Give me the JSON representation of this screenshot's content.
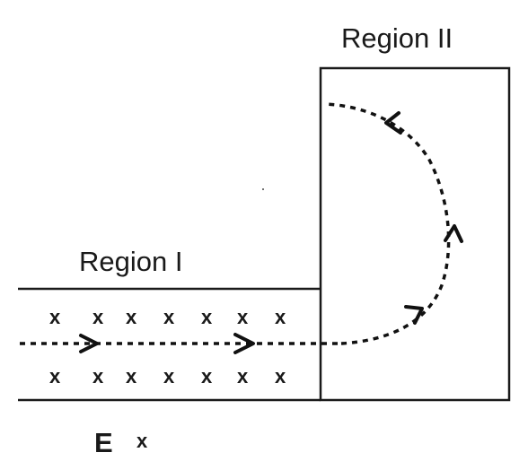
{
  "labels": {
    "region_one": "Region I",
    "region_two": "Region II",
    "field_e": "E",
    "field_x": "x"
  },
  "region_one": {
    "x_rows": [
      [
        "x",
        "x",
        "x",
        "x",
        "x",
        "x",
        "x"
      ],
      [
        "x",
        "x",
        "x",
        "x",
        "x",
        "x",
        "x"
      ]
    ]
  },
  "colors": {
    "line": "#1a1a1a",
    "background": "#ffffff"
  },
  "icons": {
    "arrow": "chevron-arrow-icon"
  }
}
